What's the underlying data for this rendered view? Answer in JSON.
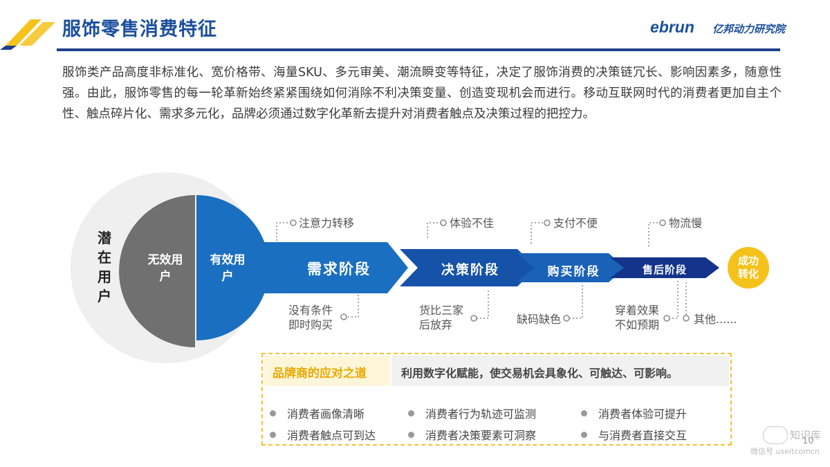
{
  "header": {
    "title": "服饰零售消费特征",
    "brand_logo": "ebrun",
    "brand_name": "亿邦动力研究院"
  },
  "intro": {
    "text": "服饰类产品高度非标准化、宽价格带、海量SKU、多元审美、潮流瞬变等特征，决定了服饰消费的决策链冗长、影响因素多，随意性强。由此，服饰零售的每一轮革新始终紧紧围绕如何消除不利决策变量、创造变现机会而进行。移动互联网时代的消费者更加自主个性、触点碎片化、需求多元化，品牌必须通过数字化革新去提升对消费者触点及决策过程的把控力。"
  },
  "funnel": {
    "potential_label": "潜在用户",
    "invalid_label": "无效用户",
    "valid_label": "有效用户",
    "stages": [
      "需求阶段",
      "决策阶段",
      "购买阶段",
      "售后阶段"
    ],
    "success_label": "成功转化",
    "top_factors": [
      "注意力转移",
      "体验不佳",
      "支付不便",
      "物流慢"
    ],
    "bottom_factors": [
      "没有条件即时购买",
      "货比三家后放弃",
      "缺码缺色",
      "穿着效果不如预期",
      "其他......"
    ],
    "colors": {
      "gray": "#707070",
      "blue_light": "#1b6fc0",
      "blue_mid": "#1652a8",
      "blue_dark": "#163f93",
      "blue_darkest": "#13348a",
      "success": "#f5c21b"
    }
  },
  "response_box": {
    "label": "品牌商的应对之道",
    "statement": "利用数字化赋能，使交易机会具象化、可触达、可影响。",
    "bullets": [
      "消费者画像清晰",
      "消费者行为轨迹可监测",
      "消费者体验可提升",
      "消费者触点可到达",
      "消费者决策要素可洞察",
      "与消费者直接交互"
    ]
  },
  "watermark": {
    "name": "知识库",
    "account": "微信号 useitcomcn",
    "page_number": "10"
  }
}
